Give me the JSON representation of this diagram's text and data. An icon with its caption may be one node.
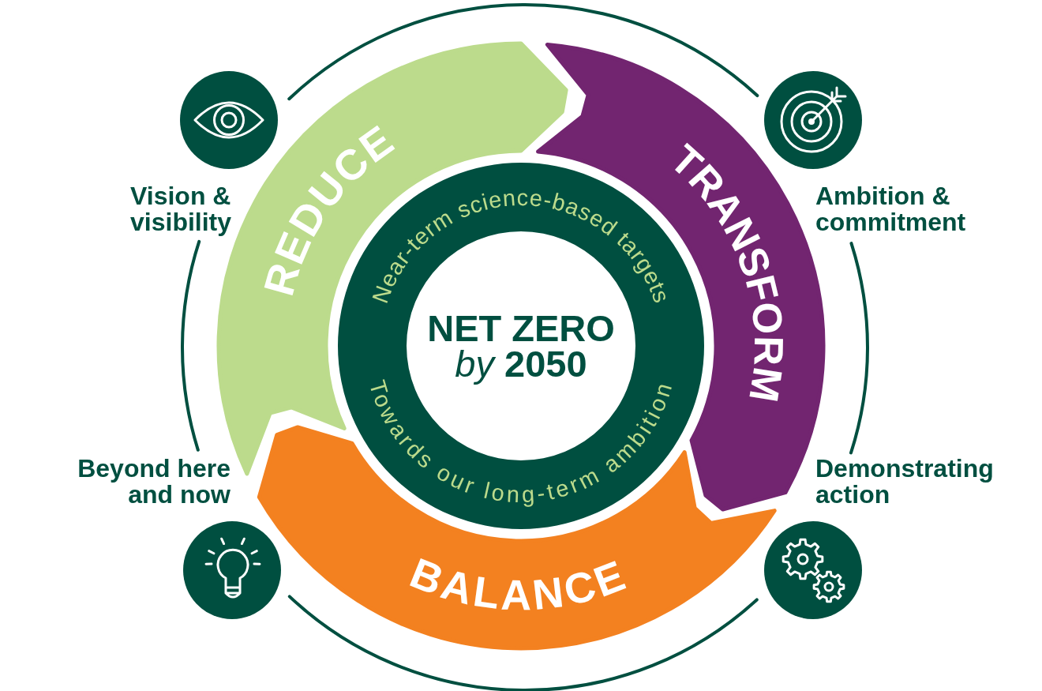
{
  "diagram": {
    "nodes": [
      {
        "text": [
          "REDUCE"
        ]
      },
      {
        "text": [
          "TRANSFORM"
        ]
      },
      {
        "text": [
          "BALANCE"
        ]
      },
      {
        "text": [
          "Near-term science-based targets",
          "Towards our long-term ambition"
        ]
      },
      {
        "text": [
          "NET ZERO *by* 2050"
        ],
        "in": 3
      },
      {
        "text": [],
        "shape": "circle"
      },
      {
        "text": [],
        "shape": "circle"
      },
      {
        "text": [],
        "shape": "circle"
      },
      {
        "text": [],
        "shape": "circle"
      }
    ],
    "labels": [
      "Vision & visibility",
      "Ambition & commitment",
      "Beyond here and now",
      "Demonstrating action"
    ]
  }
}
